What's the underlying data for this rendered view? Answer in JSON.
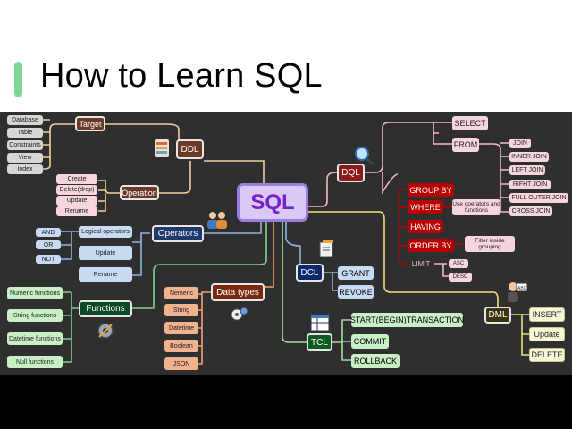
{
  "title": "How to Learn SQL",
  "colors": {
    "center_bg": "#d9c9f5",
    "center_text": "#7a1fc5",
    "ddl": "#6b3a27",
    "dql": "#8b1b1b",
    "operators": "#1d3a6b",
    "dcl": "#0c2a6b",
    "functions": "#0d4a26",
    "datatypes": "#7a2a10",
    "tcl": "#0c5a22",
    "dml": "#3a3410"
  },
  "center": "SQL",
  "ddl": {
    "label": "DDL",
    "target": "Target",
    "target_items": [
      "Database",
      "Table",
      "Constraints",
      "View",
      "Index"
    ],
    "operation": "Operation",
    "operation_items": [
      "Create",
      "Delete(drop)",
      "Update",
      "Rename"
    ]
  },
  "dql": {
    "label": "DQL",
    "select": "SELECT",
    "from": "FROM",
    "joins": [
      "JOIN",
      "INNER JOIN",
      "LEFT JOIN",
      "RIFHT JOIN",
      "FULL OUTER JOIN",
      "CROSS JOIN"
    ],
    "group_by": "GROUP BY",
    "where": "WHERE",
    "where_note": "Use operators and functions",
    "having": "HAVING",
    "order_by": "ORDER BY",
    "order_note": "Filter inside grouping",
    "limit": "LIMIT",
    "sort": [
      "ASC",
      "DESC"
    ]
  },
  "operators": {
    "label": "Operators",
    "logical": "Logical operators",
    "logical_items": [
      "AND",
      "OR",
      "NOT"
    ],
    "update": "Update",
    "rename": "Rename"
  },
  "functions": {
    "label": "Functions",
    "items": [
      "Numeric functions",
      "String functions",
      "Datetime functions",
      "Null functions"
    ]
  },
  "datatypes": {
    "label": "Data types",
    "items": [
      "Nemeric",
      "String",
      "Datetime",
      "Boolean",
      "JSON"
    ]
  },
  "dcl": {
    "label": "DCL",
    "items": [
      "GRANT",
      "REVOKE"
    ]
  },
  "tcl": {
    "label": "TCL",
    "items": [
      "START(BEGIN)TRANSACTION",
      "COMMIT",
      "ROLLBACK"
    ]
  },
  "dml": {
    "label": "DML",
    "items": [
      "INSERT",
      "Update",
      "DELETE"
    ]
  },
  "icons": [
    "database-icon",
    "magnifier-icon",
    "people-icon",
    "document-stack-icon",
    "tools-icon",
    "gears-icon",
    "table-icon",
    "abc-icon"
  ]
}
